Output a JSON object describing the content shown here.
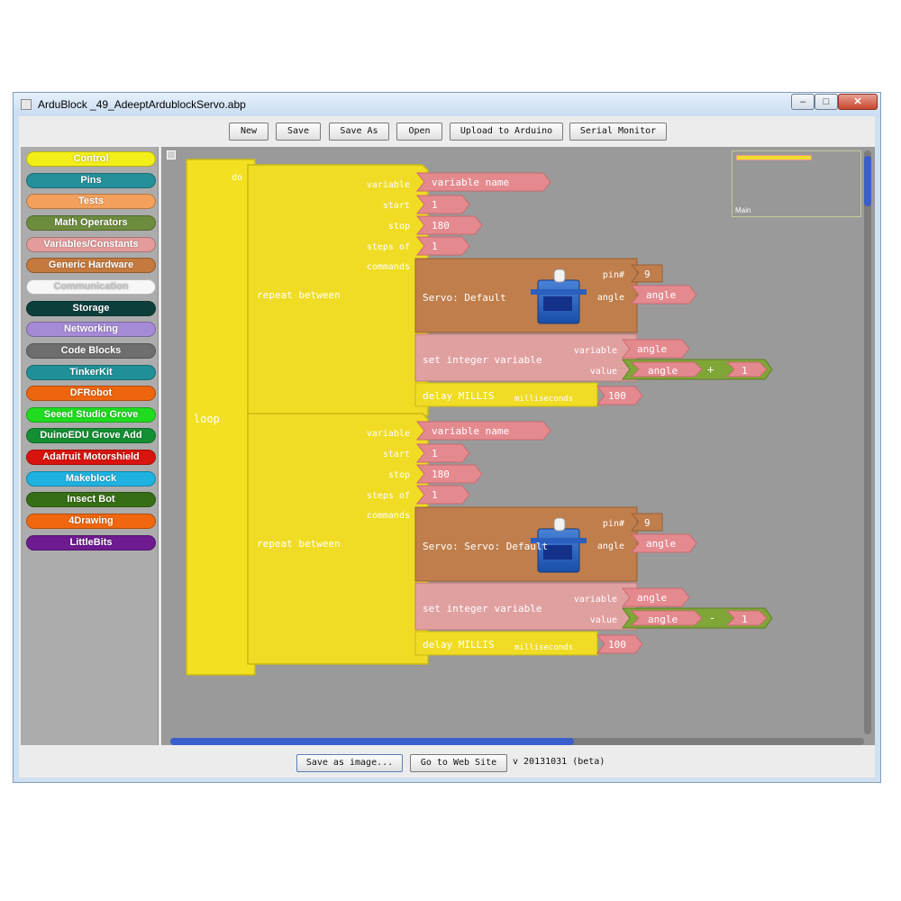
{
  "window": {
    "title": "ArduBlock _49_AdeeptArdublockServo.abp",
    "min": "–",
    "max": "□",
    "close": "✕"
  },
  "toolbar": {
    "new": "New",
    "save": "Save",
    "save_as": "Save As",
    "open": "Open",
    "upload": "Upload to Arduino",
    "serial": "Serial Monitor"
  },
  "palette": [
    {
      "label": "Control",
      "bg": "#f2ee1a",
      "fg": "#ffffff"
    },
    {
      "label": "Pins",
      "bg": "#26909a",
      "fg": "#ffffff"
    },
    {
      "label": "Tests",
      "bg": "#f2a05c",
      "fg": "#ffffff"
    },
    {
      "label": "Math Operators",
      "bg": "#6e8c3e",
      "fg": "#ffffff"
    },
    {
      "label": "Variables/Constants",
      "bg": "#e39b9b",
      "fg": "#ffffff"
    },
    {
      "label": "Generic Hardware",
      "bg": "#c47a3e",
      "fg": "#ffffff"
    },
    {
      "label": "Communication",
      "bg": "#f7f7f7",
      "fg": "#c0c0c0"
    },
    {
      "label": "Storage",
      "bg": "#0c3f3c",
      "fg": "#ffffff"
    },
    {
      "label": "Networking",
      "bg": "#a58ad6",
      "fg": "#ffffff"
    },
    {
      "label": "Code Blocks",
      "bg": "#6e6e6e",
      "fg": "#ffffff"
    },
    {
      "label": "TinkerKit",
      "bg": "#1f8f98",
      "fg": "#ffffff"
    },
    {
      "label": "DFRobot",
      "bg": "#ee6510",
      "fg": "#ffffff"
    },
    {
      "label": "Seeed Studio Grove",
      "bg": "#1fdc1f",
      "fg": "#ffffff"
    },
    {
      "label": "DuinoEDU Grove Add",
      "bg": "#158f33",
      "fg": "#ffffff"
    },
    {
      "label": "Adafruit Motorshield",
      "bg": "#d9140f",
      "fg": "#ffffff"
    },
    {
      "label": "Makeblock",
      "bg": "#1fb2e0",
      "fg": "#ffffff"
    },
    {
      "label": "Insect Bot",
      "bg": "#376e15",
      "fg": "#ffffff"
    },
    {
      "label": "4Drawing",
      "bg": "#f0670f",
      "fg": "#ffffff"
    },
    {
      "label": "LittleBits",
      "bg": "#6e1b91",
      "fg": "#ffffff"
    }
  ],
  "minimap": {
    "label": "Main"
  },
  "blocks": {
    "loop": "loop",
    "do": "do",
    "repeats": [
      {
        "title": "repeat between",
        "variable_label": "variable",
        "variable_value": "variable name",
        "start_label": "start",
        "start_value": "1",
        "stop_label": "stop",
        "stop_value": "180",
        "steps_label": "steps of",
        "steps_value": "1",
        "commands_label": "commands",
        "servo_title": "Servo: Default",
        "pin_label": "pin#",
        "pin_value": "9",
        "angle_label": "angle",
        "angle_value": "angle",
        "setvar_title": "set integer variable",
        "setvar_variable_label": "variable",
        "setvar_variable_value": "angle",
        "setvar_value_label": "value",
        "op_left": "angle",
        "op": "+",
        "op_right": "1",
        "delay_title": "delay MILLIS",
        "delay_label": "milliseconds",
        "delay_value": "100"
      },
      {
        "title": "repeat between",
        "variable_label": "variable",
        "variable_value": "variable name",
        "start_label": "start",
        "start_value": "1",
        "stop_label": "stop",
        "stop_value": "180",
        "steps_label": "steps of",
        "steps_value": "1",
        "commands_label": "commands",
        "servo_title": "Servo: Servo: Default",
        "pin_label": "pin#",
        "pin_value": "9",
        "angle_label": "angle",
        "angle_value": "angle",
        "setvar_title": "set integer variable",
        "setvar_variable_label": "variable",
        "setvar_variable_value": "angle",
        "setvar_value_label": "value",
        "op_left": "angle",
        "op": "-",
        "op_right": "1",
        "delay_title": "delay MILLIS",
        "delay_label": "milliseconds",
        "delay_value": "100"
      }
    ]
  },
  "bottom": {
    "save_image": "Save as image...",
    "website": "Go to Web Site",
    "version": "v 20131031 (beta)"
  }
}
